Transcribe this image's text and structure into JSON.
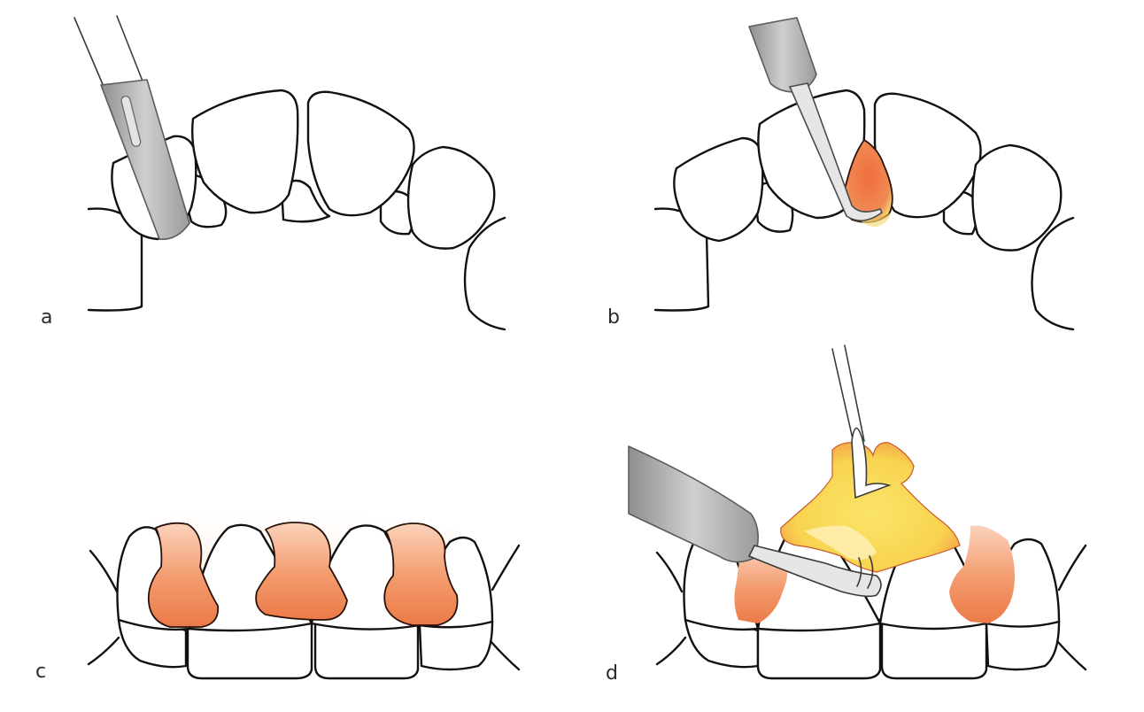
{
  "panels": [
    {
      "id": "a",
      "label": "a"
    },
    {
      "id": "b",
      "label": "b"
    },
    {
      "id": "c",
      "label": "c"
    },
    {
      "id": "d",
      "label": "d"
    }
  ],
  "colors": {
    "papilla": "#ee7f4e",
    "papilla_edge": "#f7a67e",
    "gingiva_wash": "#fbd9c4",
    "flap_yellow": "#f9db55",
    "instrument_steel": "#a9a9a9",
    "instrument_light": "#d2d2d2"
  }
}
